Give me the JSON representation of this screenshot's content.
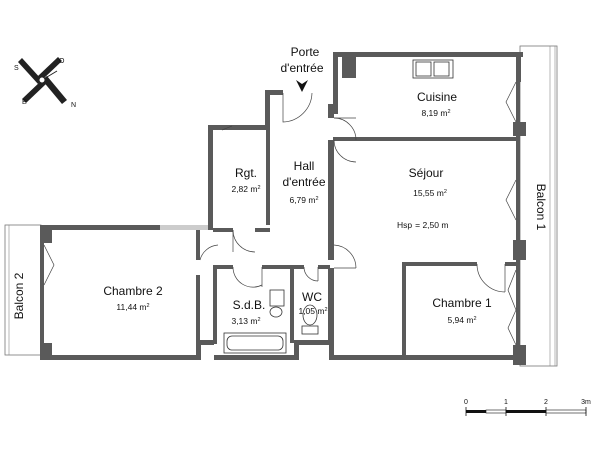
{
  "compass": {
    "labels": {
      "west": "O",
      "south": "S",
      "east": "E",
      "north": "N"
    }
  },
  "entrance": {
    "label_line1": "Porte",
    "label_line2": "d'entrée"
  },
  "rooms": {
    "cuisine": {
      "name": "Cuisine",
      "area_value": "8,19 m",
      "area_exp": "2"
    },
    "sejour": {
      "name": "Séjour",
      "area_value": "15,55 m",
      "area_exp": "2",
      "height_label": "Hsp",
      "height_value": "= 2,50 m"
    },
    "rgt": {
      "name": "Rgt.",
      "area_value": "2,82 m",
      "area_exp": "2"
    },
    "hall": {
      "name_line1": "Hall",
      "name_line2": "d'entrée",
      "area_value": "6,79 m",
      "area_exp": "2"
    },
    "chambre2": {
      "name": "Chambre 2",
      "area_value": "11,44 m",
      "area_exp": "2"
    },
    "sdb": {
      "name": "S.d.B.",
      "area_value": "3,13 m",
      "area_exp": "2"
    },
    "wc": {
      "name": "WC",
      "area_value": "1,05 m",
      "area_exp": "2"
    },
    "chambre1": {
      "name": "Chambre 1",
      "area_value": "5,94 m",
      "area_exp": "2"
    },
    "balcon1": {
      "name": "Balcon 1"
    },
    "balcon2": {
      "name": "Balcon 2"
    }
  },
  "scale": {
    "ticks": [
      "0",
      "1",
      "2",
      "3m"
    ]
  }
}
